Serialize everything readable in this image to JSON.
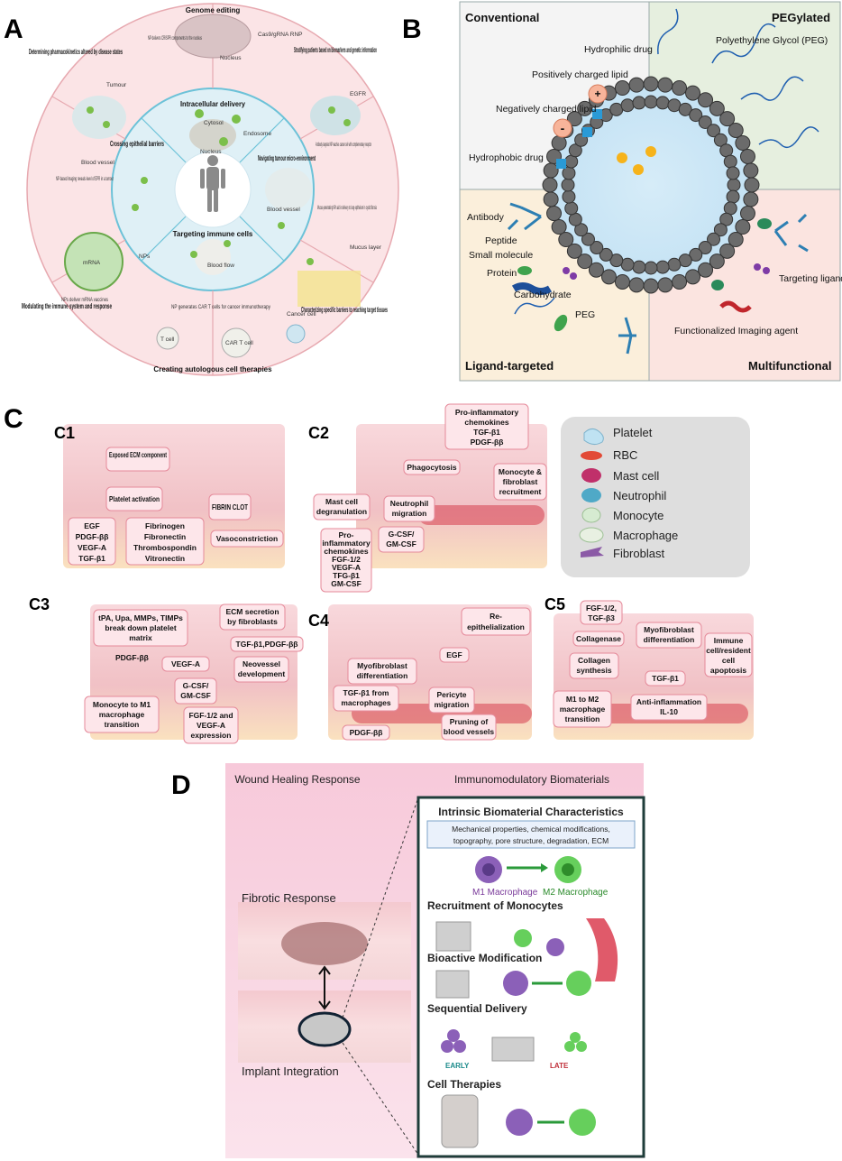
{
  "panels": {
    "A": "A",
    "B": "B",
    "C": "C",
    "D": "D"
  },
  "panelA": {
    "outer": [
      "Genome editing",
      "Stratifying patients based on biomarkers and genetic information",
      "Characterizing specific barriers to reaching target tissues",
      "Creating autologous cell therapies",
      "Modulating the immune system and response",
      "Determining pharmacokinetics altered by disease states"
    ],
    "inner": [
      "Intracellular delivery",
      "Navigating tumour micro-environment",
      "Targeting immune cells",
      "Crossing epithelial barriers"
    ],
    "small": {
      "nucleus_top": "Nucleus",
      "np_crispr": "NP delivers CRISPR components to the nucleus",
      "cas9": "Cas9/gRNA RNP",
      "egfr": "EGFR",
      "antibody": "Antibody-targeted NP reaches cancer cell with complementary receptor",
      "cytosol": "Cytosol",
      "endosome": "Endosome",
      "nucleus": "Nucleus",
      "tumour": "Tumour",
      "blood_vessel": "Blood vessel",
      "np_imaging": "NP-based imaging reveals level of EPR in a tumour",
      "blood_vessel2": "Blood vessel",
      "mucus_np": "Mucus-penetrating NPs aid in delivery to lung epithelium in cystic fibrosis",
      "mucus_layer": "Mucus layer",
      "nps": "NPs",
      "blood_flow": "Blood flow",
      "mrna": "mRNA",
      "np_mrna": "NPs deliver mRNA vaccines",
      "np_cart": "NP generates CAR T cells for cancer immunotherapy",
      "cancer_cell": "Cancer cell",
      "t_cell": "T cell",
      "car_t": "CAR T cell"
    }
  },
  "panelB": {
    "quadrants": [
      "Conventional",
      "PEGylated",
      "Ligand-targeted",
      "Multifunctional"
    ],
    "labels": {
      "hydrophilic": "Hydrophilic drug",
      "pos_lipid": "Positively charged lipid",
      "neg_lipid": "Negatively charged lipid",
      "hydrophobic": "Hydrophobic drug",
      "peg_full": "Polyethylene Glycol (PEG)",
      "antibody": "Antibody",
      "peptide": "Peptide",
      "small_molecule": "Small molecule",
      "protein": "Protein",
      "carbohydrate": "Carbohydrate",
      "peg": "PEG",
      "targeting": "Targeting ligand",
      "imaging": "Functionalized Imaging agent",
      "plus": "+",
      "minus": "-"
    }
  },
  "panelC": {
    "subs": [
      "C1",
      "C2",
      "C3",
      "C4",
      "C5"
    ],
    "c1": {
      "ecm": "Exposed ECM component",
      "platelet": "Platelet activation",
      "fibrin": "FIBRIN CLOT",
      "growth": [
        "EGF",
        "PDGF-ββ",
        "VEGF-A",
        "TGF-β1"
      ],
      "fib": [
        "Fibrinogen",
        "Fibronectin",
        "Thrombospondin",
        "Vitronectin"
      ],
      "vaso": "Vasoconstriction"
    },
    "c2": {
      "pro": [
        "Pro-inflammatory",
        "chemokines",
        "TGF-β1",
        "PDGF-ββ"
      ],
      "phago": "Phagocytosis",
      "mono": [
        "Monocyte &",
        "fibroblast",
        "recruitment"
      ],
      "mast": [
        "Mast cell",
        "degranulation"
      ],
      "neut": [
        "Neutrophil",
        "migration"
      ],
      "gcsf": [
        "G-CSF/",
        "GM-CSF"
      ],
      "pro2": [
        "Pro-",
        "inflammatory",
        "chemokines",
        "FGF-1/2",
        "VEGF-A",
        "TFG-β1",
        "GM-CSF"
      ]
    },
    "c3": {
      "tpa": [
        "tPA, Upa, MMPs, TIMPs",
        "break down platelet",
        "matrix"
      ],
      "ecm": [
        "ECM secretion",
        "by fibroblasts"
      ],
      "tgf": "TGF-β1,PDGF-ββ",
      "pdgf": "PDGF-ββ",
      "vegf": "VEGF-A",
      "neo": [
        "Neovessel",
        "development"
      ],
      "gcsf": [
        "G-CSF/",
        "GM-CSF"
      ],
      "mono": [
        "Monocyte to M1",
        "macrophage",
        "transition"
      ],
      "fgf": [
        "FGF-1/2 and",
        "VEGF-A",
        "expression"
      ]
    },
    "c4": {
      "reep": [
        "Re-",
        "epithelialization"
      ],
      "egf": "EGF",
      "myo": [
        "Myofibroblast",
        "differentiation"
      ],
      "tgf": [
        "TGF-β1 from",
        "macrophages"
      ],
      "peri": [
        "Pericyte",
        "migration"
      ],
      "prune": [
        "Pruning of",
        "blood vessels"
      ],
      "pdgf": "PDGF-ββ"
    },
    "c5": {
      "fgf": [
        "FGF-1/2,",
        "TGF-β3"
      ],
      "myo": [
        "Myofibroblast",
        "differentiation"
      ],
      "coll": "Collagenase",
      "immune": [
        "Immune",
        "cell/resident",
        "cell",
        "apoptosis"
      ],
      "synth": [
        "Collagen",
        "synthesis"
      ],
      "tgf": "TGF-β1",
      "m1m2": [
        "M1 to M2",
        "macrophage",
        "transition"
      ],
      "anti": [
        "Anti-inflammation",
        "IL-10"
      ]
    },
    "legend": [
      "Platelet",
      "RBC",
      "Mast cell",
      "Neutrophil",
      "Monocyte",
      "Macrophage",
      "Fibroblast"
    ]
  },
  "panelD": {
    "left_title": "Wound Healing Response",
    "right_title": "Immunomodulatory Biomaterials",
    "fibrotic": "Fibrotic Response",
    "implant": "Implant Integration",
    "intrinsic": "Intrinsic Biomaterial Characteristics",
    "props": [
      "Mechanical properties, chemical modifications,",
      "topography, pore structure, degradation, ECM"
    ],
    "m1": "M1 Macrophage",
    "m2": "M2 Macrophage",
    "recruit": "Recruitment of Monocytes",
    "bioactive": "Bioactive Modification",
    "sequential": "Sequential Delivery",
    "early": "EARLY",
    "late": "LATE",
    "cell": "Cell Therapies"
  }
}
